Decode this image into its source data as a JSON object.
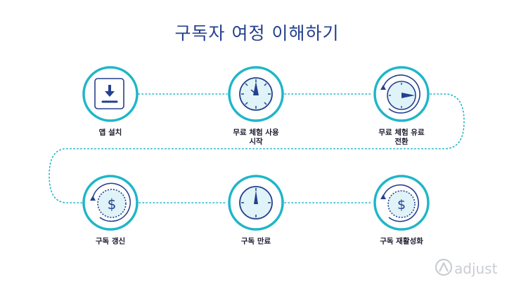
{
  "title": "구독자 여정 이해하기",
  "steps": [
    {
      "label": "앱 설치",
      "icon": "download-icon"
    },
    {
      "label": "무료 체험 사용\n시작",
      "icon": "stopwatch-start-icon"
    },
    {
      "label": "무료 체험 유료\n전환",
      "icon": "stopwatch-rotate-icon"
    },
    {
      "label": "구독 갱신",
      "icon": "dollar-renew-icon"
    },
    {
      "label": "구독 만료",
      "icon": "stopwatch-expire-icon"
    },
    {
      "label": "구독 재활성화",
      "icon": "dollar-reactivate-icon"
    }
  ],
  "logo": {
    "text": "adjust",
    "icon": "adjust-logo-icon"
  },
  "colors": {
    "teal": "#1fb6c8",
    "navy": "#24408e",
    "fill": "#dff3f8",
    "label": "#1a1a2e",
    "logo": "#c9cdd3"
  }
}
